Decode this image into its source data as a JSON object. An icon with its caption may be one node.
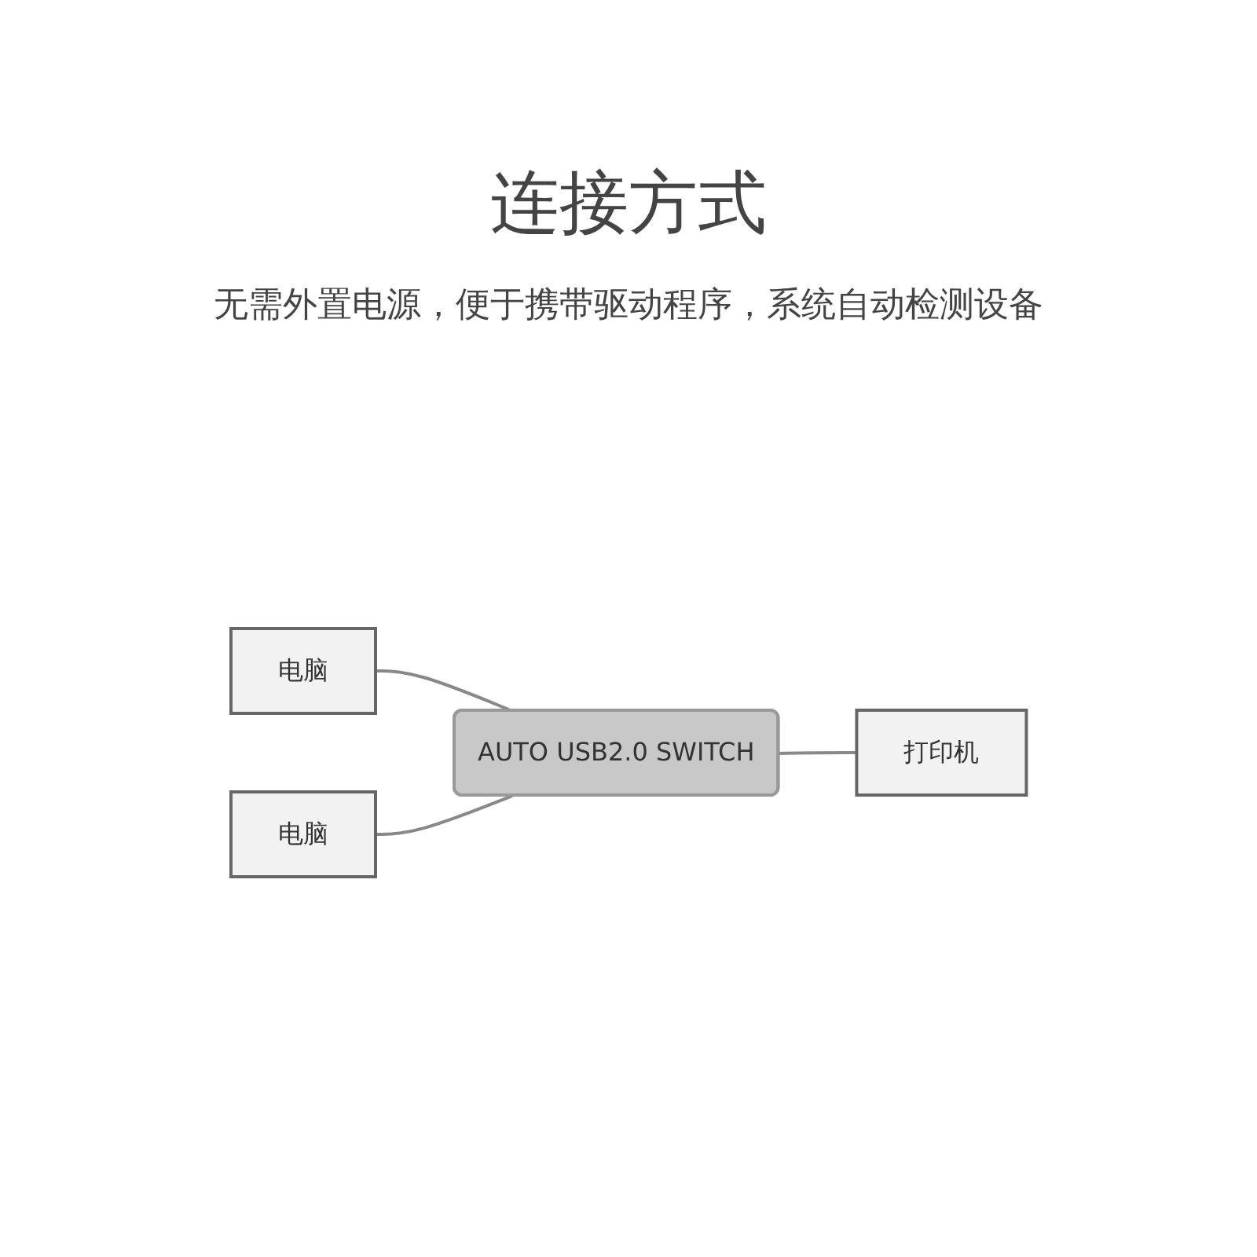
{
  "diagram": {
    "title": "连接方式",
    "nodes": [
      {
        "text": [
          "电脑"
        ]
      },
      {
        "text": [
          "电脑"
        ]
      },
      {
        "text": [
          "AUTO USB2.0 SWITCH"
        ]
      },
      {
        "text": [
          "打印机"
        ]
      }
    ],
    "edges": [
      {
        "from": 0,
        "to": 2,
        "arrow": "none"
      },
      {
        "from": 1,
        "to": 2,
        "arrow": "none"
      },
      {
        "from": 2,
        "to": 3,
        "arrow": "none"
      }
    ],
    "labels": [
      "无需外置电源，便于携带驱动程序，系统自动检测设备"
    ]
  }
}
